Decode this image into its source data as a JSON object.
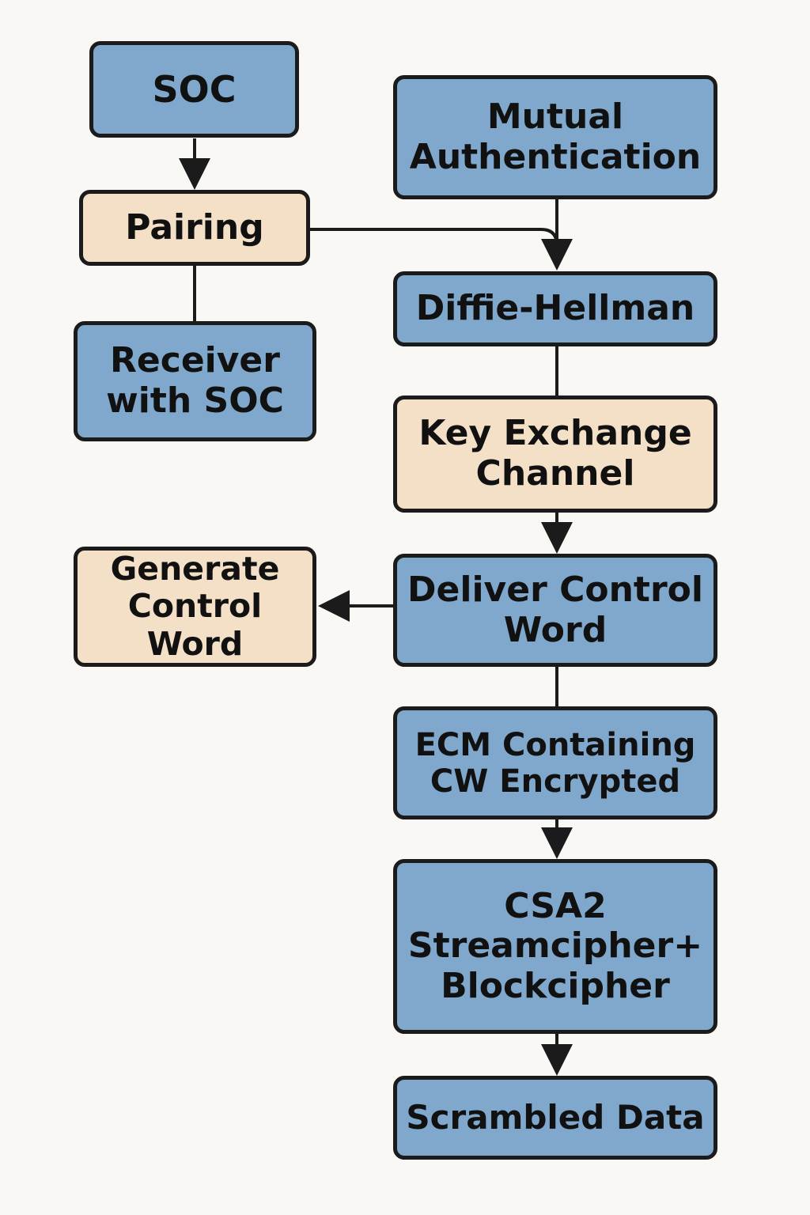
{
  "colors": {
    "background": "#f9f8f4",
    "process_blue": "#7fa8cc",
    "process_peach": "#f4dfc7",
    "stroke": "#1b1b1b"
  },
  "nodes": {
    "soc": "SOC",
    "pairing": "Pairing",
    "receiver": "Receiver\nwith SOC",
    "mutual_auth": "Mutual\nAuthentication",
    "diffie_hellman": "Diffie-Hellman",
    "key_exchange": "Key Exchange\nChannel",
    "deliver_cw": "Deliver Control\nWord",
    "generate_cw": "Generate\nControl Word",
    "ecm": "ECM Containing\nCW Encrypted",
    "csa2": "CSA2\nStreamcipher+\nBlockcipher",
    "scrambled": "Scrambled Data"
  }
}
